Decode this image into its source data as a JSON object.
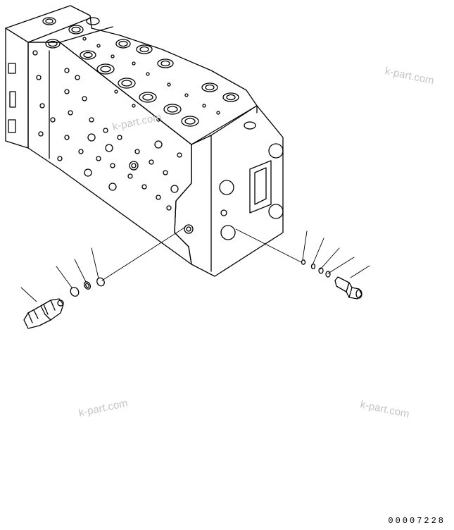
{
  "watermarks": [
    "k-part.com",
    "k-part.com",
    "k-part.com",
    "k-part.com"
  ],
  "drawing_number": "00007228",
  "colors": {
    "line": "#000000",
    "background": "#ffffff",
    "watermark": "#c4c4c4"
  },
  "parts": [
    {
      "name": "control-valve-body"
    },
    {
      "name": "valve-cartridge-left"
    },
    {
      "name": "o-ring-left-1"
    },
    {
      "name": "backup-ring-left"
    },
    {
      "name": "o-ring-left-2"
    },
    {
      "name": "o-ring-right-1"
    },
    {
      "name": "backup-ring-right"
    },
    {
      "name": "o-ring-right-2"
    },
    {
      "name": "plug-right"
    }
  ]
}
